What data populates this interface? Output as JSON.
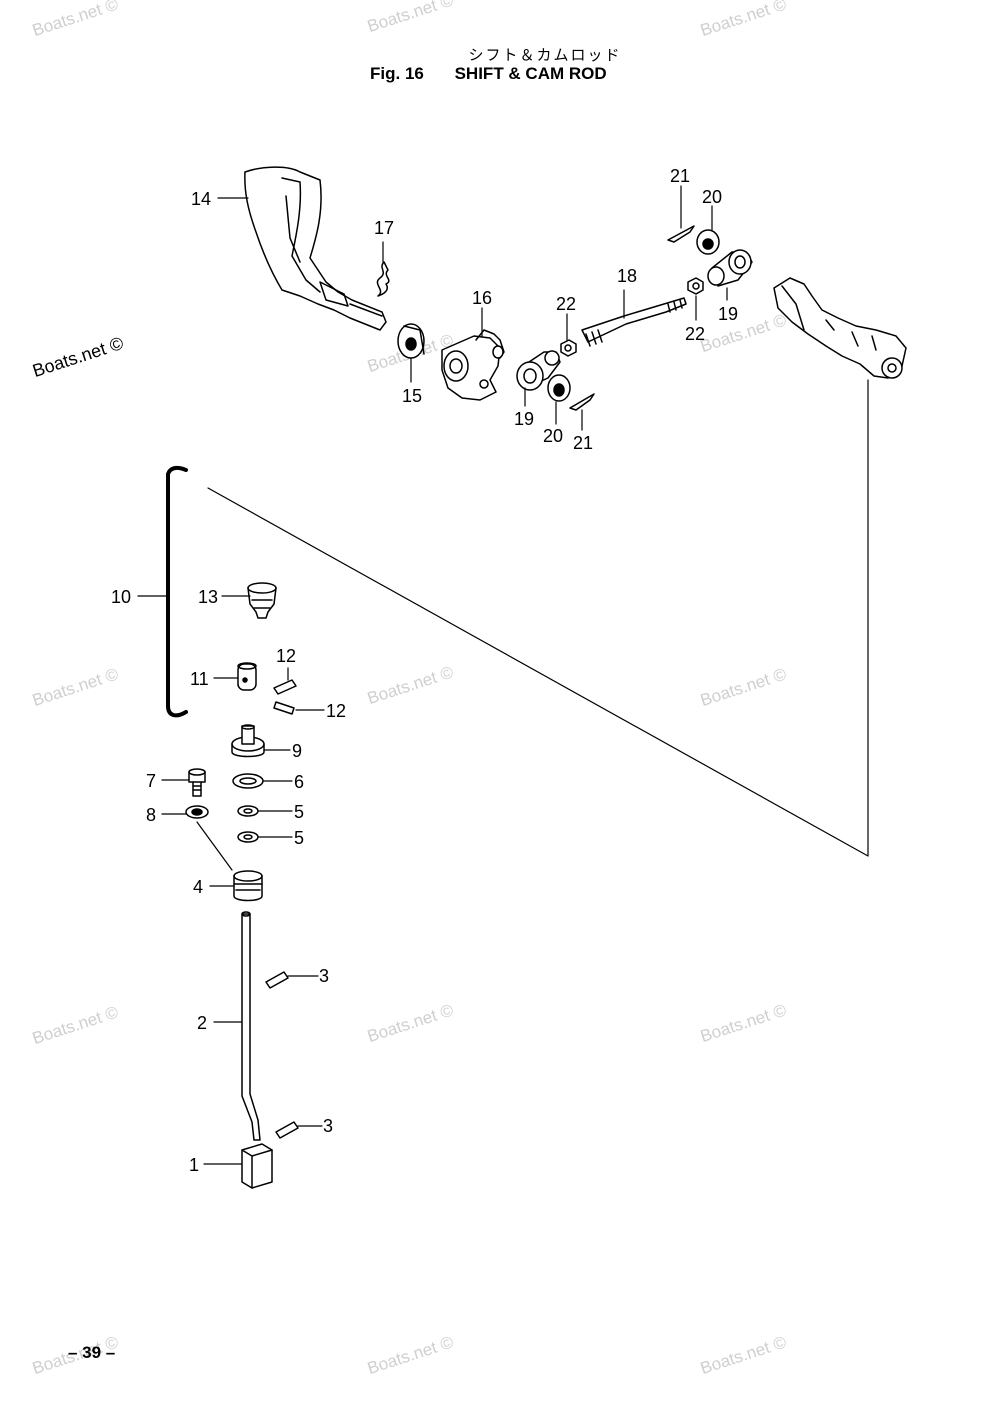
{
  "title": {
    "japanese": "シフト＆カムロッド",
    "fig_number": "Fig. 16",
    "english": "SHIFT & CAM ROD"
  },
  "page_number": "– 39 –",
  "watermark": {
    "text": "Boats.net ©",
    "dark_text": "Boats.net ©"
  },
  "callouts": {
    "c1": "1",
    "c2": "2",
    "c3a": "3",
    "c3b": "3",
    "c4": "4",
    "c5a": "5",
    "c5b": "5",
    "c6": "6",
    "c7": "7",
    "c8": "8",
    "c9": "9",
    "c10": "10",
    "c11": "11",
    "c12a": "12",
    "c12b": "12",
    "c13": "13",
    "c14": "14",
    "c15": "15",
    "c16": "16",
    "c17": "17",
    "c18": "18",
    "c19a": "19",
    "c19b": "19",
    "c20a": "20",
    "c20b": "20",
    "c21a": "21",
    "c21b": "21",
    "c22a": "22",
    "c22b": "22"
  }
}
